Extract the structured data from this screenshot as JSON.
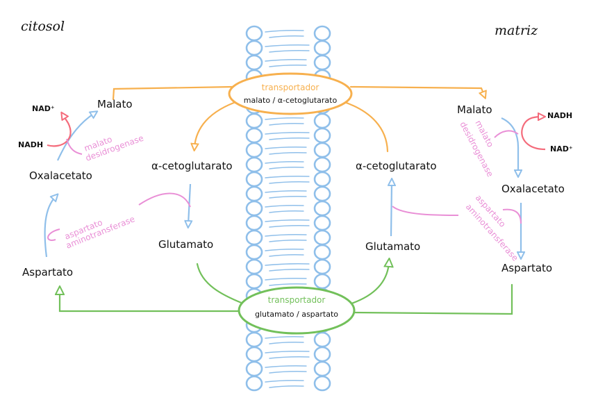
{
  "colors": {
    "membrane": "#8fbfea",
    "orange": "#f7b04e",
    "green": "#72c05a",
    "pink": "#e98fd6",
    "red": "#f46b7b",
    "blue_arrow": "#8fbfea",
    "text": "#111111"
  },
  "regions": {
    "left": "citosol",
    "right": "matriz"
  },
  "cytosol": {
    "malato": "Malato",
    "oxalacetato": "Oxalacetato",
    "aspartato": "Aspartato",
    "alfa_cetoglutarato": "α-cetoglutarato",
    "glutamato": "Glutamato",
    "nad_plus": "NAD⁺",
    "nadh": "NADH",
    "enzyme_mdh": [
      "malato",
      "desidrogenase"
    ],
    "enzyme_ast": [
      "aspartato",
      "aminotransferase"
    ]
  },
  "matrix": {
    "malato": "Malato",
    "oxalacetato": "Oxalacetato",
    "aspartato": "Aspartato",
    "alfa_cetoglutarato": "α-cetoglutarato",
    "glutamato": "Glutamato",
    "nad_plus": "NAD⁺",
    "nadh": "NADH",
    "enzyme_mdh": [
      "malato",
      "desidrogenase"
    ],
    "enzyme_ast": [
      "aspartato",
      "aminotransferase"
    ]
  },
  "transporters": {
    "top": {
      "title": "transportador",
      "substrates": "malato / α-cetoglutarato"
    },
    "bottom": {
      "title": "transportador",
      "substrates": "glutamato / aspartato"
    }
  }
}
